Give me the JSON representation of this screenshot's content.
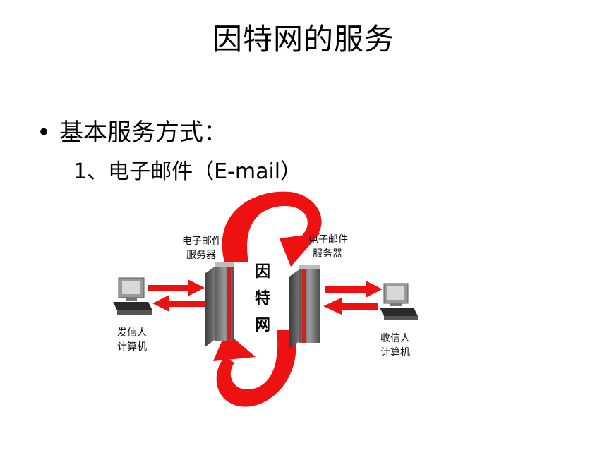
{
  "slide": {
    "title": "因特网的服务",
    "bullet_symbol": "•",
    "bullet_text": "基本服务方式：",
    "sub_item": "1、电子邮件（E-mail）"
  },
  "diagram": {
    "server_left_label_1": "电子邮件",
    "server_left_label_2": "服务器",
    "server_right_label_1": "电子邮件",
    "server_right_label_2": "服务器",
    "center_char_1": "因",
    "center_char_2": "特",
    "center_char_3": "网",
    "sender_label_1": "发信人",
    "sender_label_2": "计算机",
    "receiver_label_1": "收信人",
    "receiver_label_2": "计算机",
    "colors": {
      "arrow": "#ee1111",
      "server": "#7a7a7a",
      "server_stripe": "#cc2222"
    }
  }
}
